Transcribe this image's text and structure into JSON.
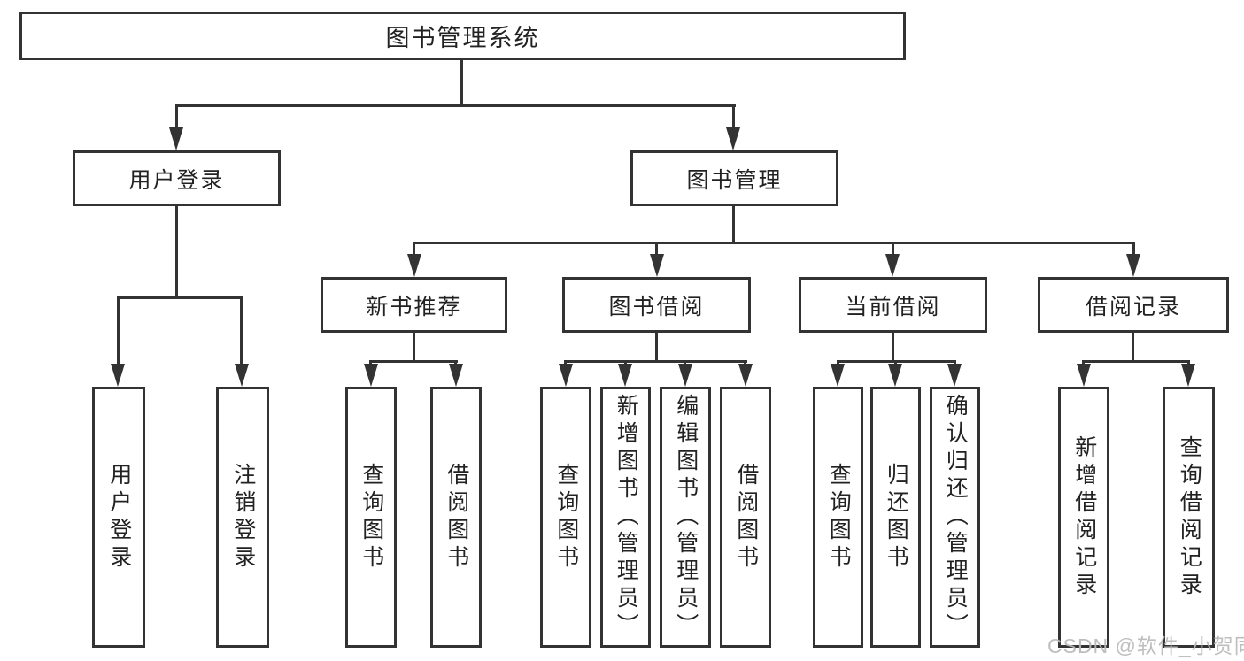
{
  "diagram": {
    "title": "图书管理系统",
    "level2": [
      {
        "label": "用户登录"
      },
      {
        "label": "图书管理"
      }
    ],
    "level3": [
      {
        "label": "新书推荐"
      },
      {
        "label": "图书借阅"
      },
      {
        "label": "当前借阅"
      },
      {
        "label": "借阅记录"
      }
    ],
    "leaves": {
      "user": [
        "用户登录",
        "注销登录"
      ],
      "newbook": [
        "查询图书",
        "借阅图书"
      ],
      "borrow": [
        "查询图书",
        "新增图书（管理员）",
        "编辑图书（管理员）",
        "借阅图书"
      ],
      "current": [
        "查询图书",
        "归还图书",
        "确认归还（管理员）"
      ],
      "records": [
        "新增借阅记录",
        "查询借阅记录"
      ]
    }
  },
  "watermark": "CSDN @软件_小贺同学",
  "colors": {
    "line": "#333333",
    "text": "#222222",
    "watermark": "#b9b9b9",
    "background": "#ffffff"
  }
}
